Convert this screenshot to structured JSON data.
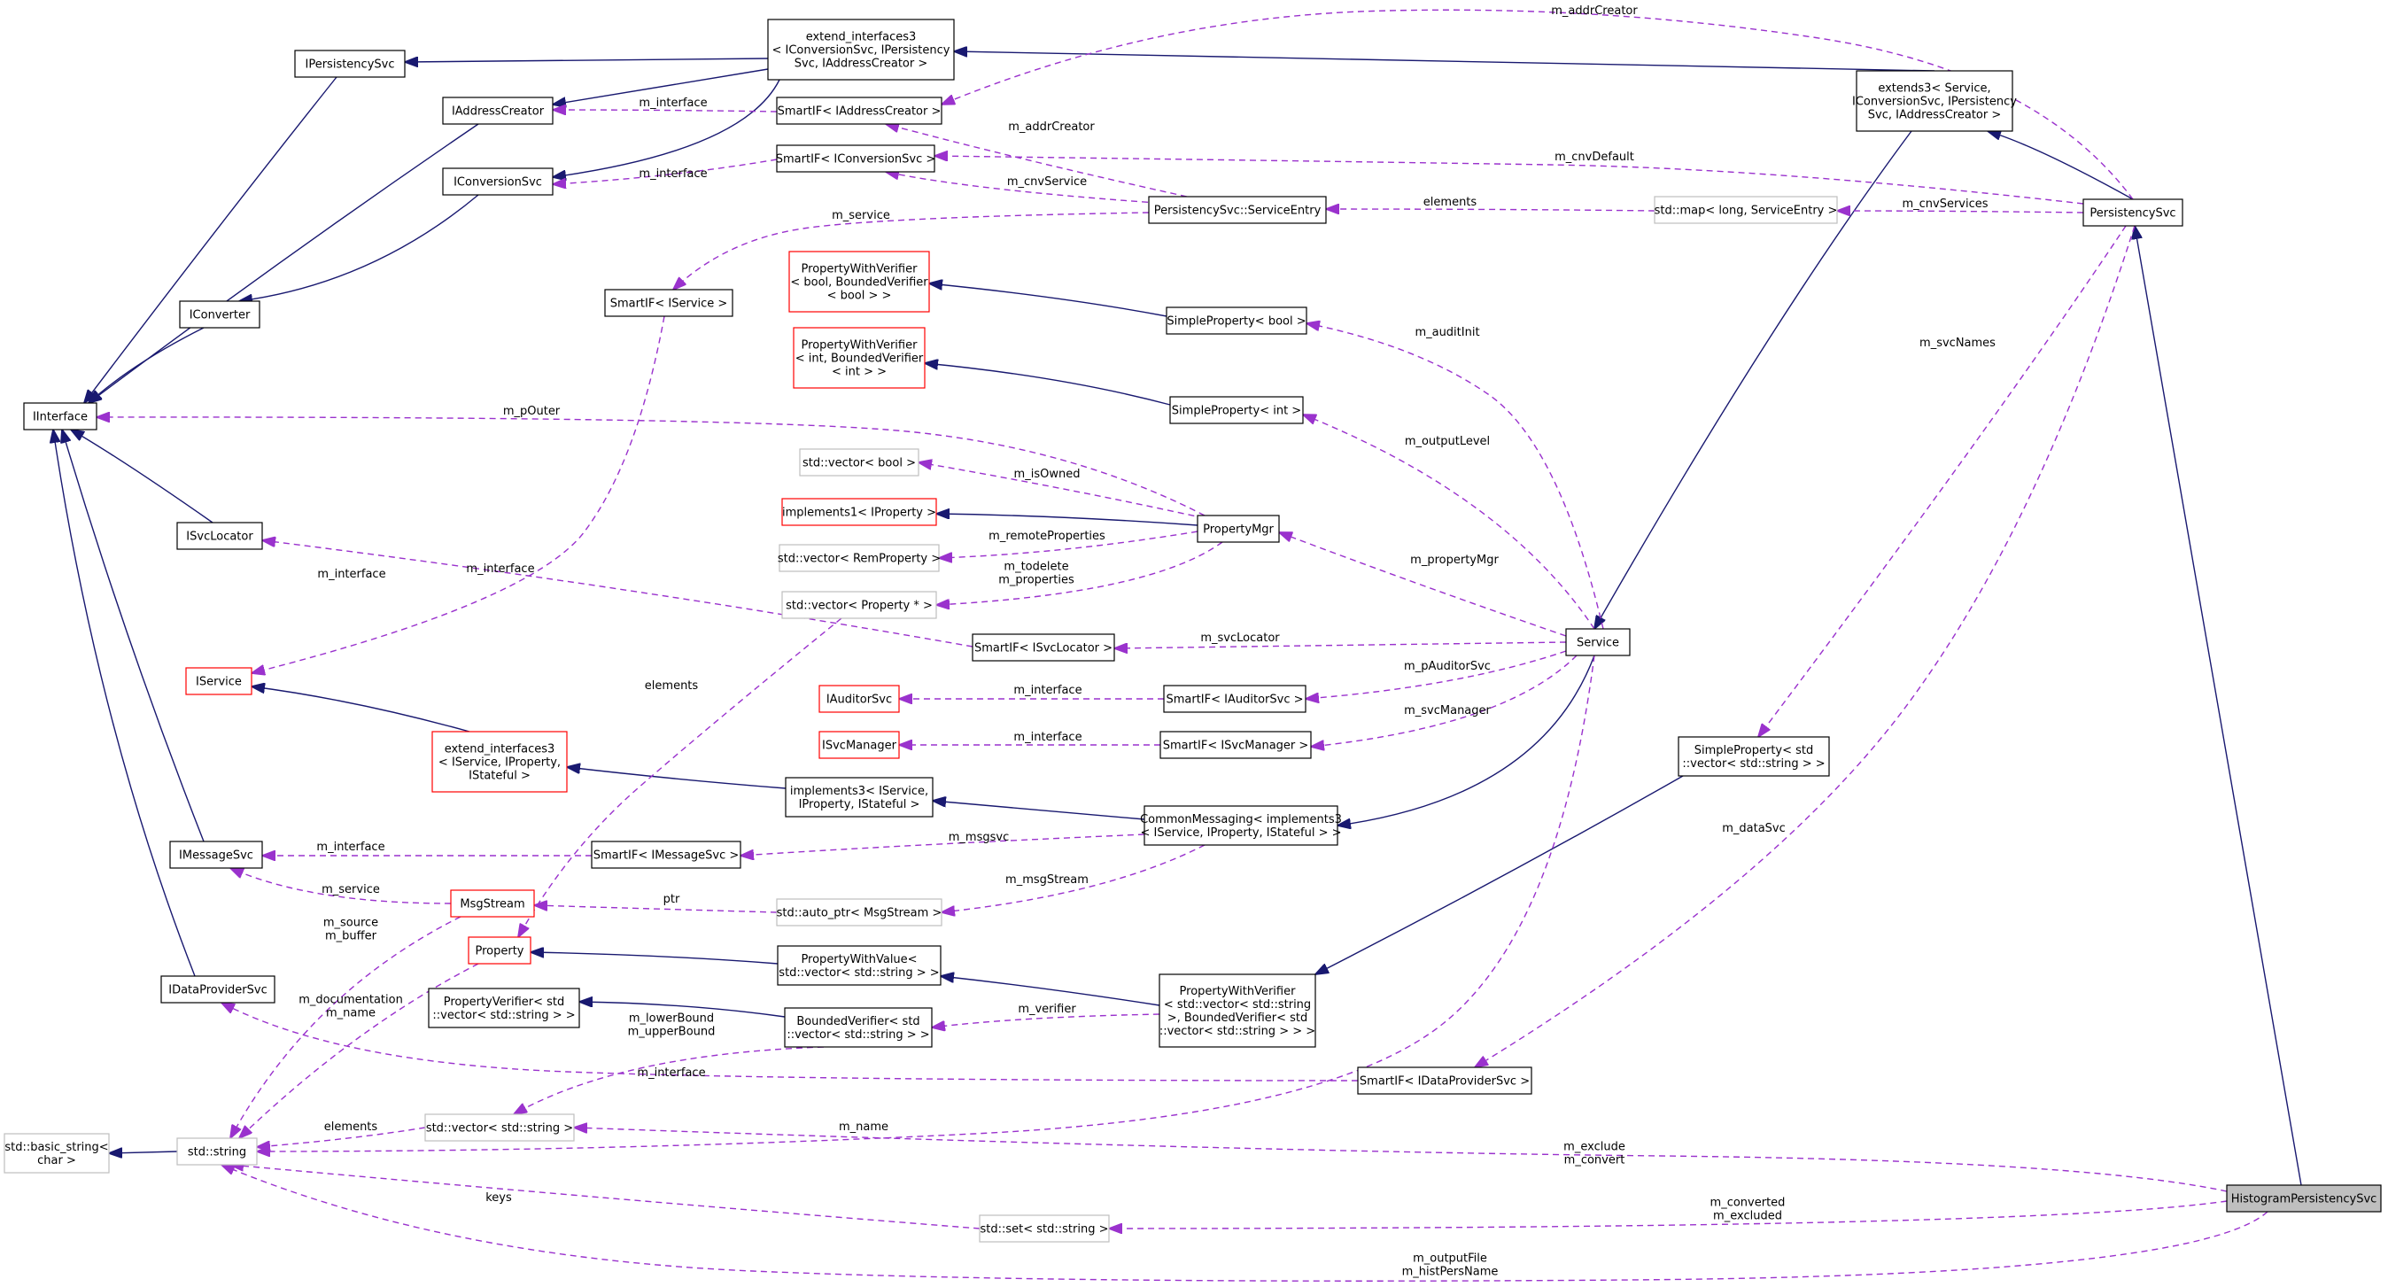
{
  "colors": {
    "inheritance": "#191970",
    "usage": "#9a32cd",
    "node_border_normal": "#000000",
    "node_border_incomplete": "#bfbfbf",
    "node_border_truncated": "#ff0000",
    "highlight_fill": "#bfbfbf"
  },
  "nodes": [
    {
      "id": "HistogramPersistencySvc",
      "lines": [
        "HistogramPersistencySvc"
      ],
      "style": "highlight"
    },
    {
      "id": "PersistencySvc",
      "lines": [
        "PersistencySvc"
      ],
      "style": "normal"
    },
    {
      "id": "extends3",
      "lines": [
        "extends3< Service,",
        "IConversionSvc, IPersistency",
        "Svc, IAddressCreator >"
      ],
      "style": "normal"
    },
    {
      "id": "extend_interfaces3_conv",
      "lines": [
        "extend_interfaces3",
        "< IConversionSvc, IPersistency",
        "Svc, IAddressCreator >"
      ],
      "style": "normal"
    },
    {
      "id": "IPersistencySvc",
      "lines": [
        "IPersistencySvc"
      ],
      "style": "normal"
    },
    {
      "id": "IAddressCreator",
      "lines": [
        "IAddressCreator"
      ],
      "style": "normal"
    },
    {
      "id": "IConversionSvc",
      "lines": [
        "IConversionSvc"
      ],
      "style": "normal"
    },
    {
      "id": "IConverter",
      "lines": [
        "IConverter"
      ],
      "style": "normal"
    },
    {
      "id": "IInterface",
      "lines": [
        "IInterface"
      ],
      "style": "normal"
    },
    {
      "id": "ISvcLocator",
      "lines": [
        "ISvcLocator"
      ],
      "style": "normal"
    },
    {
      "id": "IService",
      "lines": [
        "IService"
      ],
      "style": "truncated"
    },
    {
      "id": "IMessageSvc",
      "lines": [
        "IMessageSvc"
      ],
      "style": "normal"
    },
    {
      "id": "IDataProviderSvc",
      "lines": [
        "IDataProviderSvc"
      ],
      "style": "normal"
    },
    {
      "id": "basic_string",
      "lines": [
        "std::basic_string<",
        "char >"
      ],
      "style": "incomplete"
    },
    {
      "id": "std_string",
      "lines": [
        "std::string"
      ],
      "style": "incomplete"
    },
    {
      "id": "SmartIF_IAddressCreator",
      "lines": [
        "SmartIF< IAddressCreator >"
      ],
      "style": "normal"
    },
    {
      "id": "SmartIF_IConversionSvc",
      "lines": [
        "SmartIF< IConversionSvc >"
      ],
      "style": "normal"
    },
    {
      "id": "ServiceEntry",
      "lines": [
        "PersistencySvc::ServiceEntry"
      ],
      "style": "normal"
    },
    {
      "id": "map_ServiceEntry",
      "lines": [
        "std::map< long, ServiceEntry >"
      ],
      "style": "incomplete"
    },
    {
      "id": "SmartIF_IService",
      "lines": [
        "SmartIF< IService >"
      ],
      "style": "normal"
    },
    {
      "id": "PWV_bool",
      "lines": [
        "PropertyWithVerifier",
        "< bool, BoundedVerifier",
        "< bool > >"
      ],
      "style": "truncated"
    },
    {
      "id": "PWV_int",
      "lines": [
        "PropertyWithVerifier",
        "< int, BoundedVerifier",
        "< int > >"
      ],
      "style": "truncated"
    },
    {
      "id": "SimpleProperty_bool",
      "lines": [
        "SimpleProperty< bool >"
      ],
      "style": "normal"
    },
    {
      "id": "SimpleProperty_int",
      "lines": [
        "SimpleProperty< int >"
      ],
      "style": "normal"
    },
    {
      "id": "vector_bool",
      "lines": [
        "std::vector< bool >"
      ],
      "style": "incomplete"
    },
    {
      "id": "implements1",
      "lines": [
        "implements1< IProperty >"
      ],
      "style": "truncated"
    },
    {
      "id": "vector_RemProperty",
      "lines": [
        "std::vector< RemProperty >"
      ],
      "style": "incomplete"
    },
    {
      "id": "vector_PropertyPtr",
      "lines": [
        "std::vector< Property * >"
      ],
      "style": "incomplete"
    },
    {
      "id": "PropertyMgr",
      "lines": [
        "PropertyMgr"
      ],
      "style": "normal"
    },
    {
      "id": "SmartIF_ISvcLocator",
      "lines": [
        "SmartIF< ISvcLocator >"
      ],
      "style": "normal"
    },
    {
      "id": "Service",
      "lines": [
        "Service"
      ],
      "style": "normal"
    },
    {
      "id": "IAuditorSvc",
      "lines": [
        "IAuditorSvc"
      ],
      "style": "truncated"
    },
    {
      "id": "SmartIF_IAuditorSvc",
      "lines": [
        "SmartIF< IAuditorSvc >"
      ],
      "style": "normal"
    },
    {
      "id": "ISvcManager",
      "lines": [
        "ISvcManager"
      ],
      "style": "truncated"
    },
    {
      "id": "SmartIF_ISvcManager",
      "lines": [
        "SmartIF< ISvcManager >"
      ],
      "style": "normal"
    },
    {
      "id": "extend_interfaces3_svc",
      "lines": [
        "extend_interfaces3",
        "< IService, IProperty,",
        "IStateful >"
      ],
      "style": "truncated"
    },
    {
      "id": "implements3",
      "lines": [
        "implements3< IService,",
        "IProperty, IStateful >"
      ],
      "style": "normal"
    },
    {
      "id": "CommonMessaging",
      "lines": [
        "CommonMessaging< implements3",
        "< IService, IProperty, IStateful > >"
      ],
      "style": "normal"
    },
    {
      "id": "SmartIF_IMessageSvc",
      "lines": [
        "SmartIF< IMessageSvc >"
      ],
      "style": "normal"
    },
    {
      "id": "MsgStream",
      "lines": [
        "MsgStream"
      ],
      "style": "truncated"
    },
    {
      "id": "auto_ptr_MsgStream",
      "lines": [
        "std::auto_ptr< MsgStream >"
      ],
      "style": "incomplete"
    },
    {
      "id": "Property",
      "lines": [
        "Property"
      ],
      "style": "truncated"
    },
    {
      "id": "PropertyWithValue",
      "lines": [
        "PropertyWithValue<",
        "std::vector< std::string > >"
      ],
      "style": "normal"
    },
    {
      "id": "PropertyVerifier",
      "lines": [
        "PropertyVerifier< std",
        "::vector< std::string > >"
      ],
      "style": "normal"
    },
    {
      "id": "BoundedVerifier",
      "lines": [
        "BoundedVerifier< std",
        "::vector< std::string > >"
      ],
      "style": "normal"
    },
    {
      "id": "PWV_vector_string",
      "lines": [
        "PropertyWithVerifier",
        "< std::vector< std::string",
        ">, BoundedVerifier< std",
        "::vector< std::string > > >"
      ],
      "style": "normal"
    },
    {
      "id": "SimpleProperty_vector_string",
      "lines": [
        "SimpleProperty< std",
        "::vector< std::string > >"
      ],
      "style": "normal"
    },
    {
      "id": "SmartIF_IDataProviderSvc",
      "lines": [
        "SmartIF< IDataProviderSvc >"
      ],
      "style": "normal"
    },
    {
      "id": "vector_string",
      "lines": [
        "std::vector< std::string >"
      ],
      "style": "incomplete"
    },
    {
      "id": "set_string",
      "lines": [
        "std::set< std::string >"
      ],
      "style": "incomplete"
    }
  ],
  "edges": [
    {
      "kind": "inheritance",
      "from": "HistogramPersistencySvc",
      "to": "PersistencySvc",
      "label": []
    },
    {
      "kind": "inheritance",
      "from": "PersistencySvc",
      "to": "extends3",
      "label": []
    },
    {
      "kind": "inheritance",
      "from": "extends3",
      "to": "extend_interfaces3_conv",
      "label": []
    },
    {
      "kind": "inheritance",
      "from": "extends3",
      "to": "Service",
      "label": []
    },
    {
      "kind": "inheritance",
      "from": "extend_interfaces3_conv",
      "to": "IPersistencySvc",
      "label": []
    },
    {
      "kind": "inheritance",
      "from": "extend_interfaces3_conv",
      "to": "IAddressCreator",
      "label": []
    },
    {
      "kind": "inheritance",
      "from": "extend_interfaces3_conv",
      "to": "IConversionSvc",
      "label": []
    },
    {
      "kind": "inheritance",
      "from": "IPersistencySvc",
      "to": "IInterface",
      "label": []
    },
    {
      "kind": "inheritance",
      "from": "IAddressCreator",
      "to": "IInterface",
      "label": []
    },
    {
      "kind": "inheritance",
      "from": "IConversionSvc",
      "to": "IConverter",
      "label": []
    },
    {
      "kind": "inheritance",
      "from": "IConverter",
      "to": "IInterface",
      "label": []
    },
    {
      "kind": "inheritance",
      "from": "ISvcLocator",
      "to": "IInterface",
      "label": []
    },
    {
      "kind": "inheritance",
      "from": "IMessageSvc",
      "to": "IInterface",
      "label": []
    },
    {
      "kind": "inheritance",
      "from": "IDataProviderSvc",
      "to": "IInterface",
      "label": []
    },
    {
      "kind": "inheritance",
      "from": "std_string",
      "to": "basic_string",
      "label": []
    },
    {
      "kind": "inheritance",
      "from": "SimpleProperty_bool",
      "to": "PWV_bool",
      "label": []
    },
    {
      "kind": "inheritance",
      "from": "SimpleProperty_int",
      "to": "PWV_int",
      "label": []
    },
    {
      "kind": "inheritance",
      "from": "PropertyMgr",
      "to": "implements1",
      "label": []
    },
    {
      "kind": "inheritance",
      "from": "Service",
      "to": "CommonMessaging",
      "label": []
    },
    {
      "kind": "inheritance",
      "from": "CommonMessaging",
      "to": "implements3",
      "label": []
    },
    {
      "kind": "inheritance",
      "from": "implements3",
      "to": "extend_interfaces3_svc",
      "label": []
    },
    {
      "kind": "inheritance",
      "from": "extend_interfaces3_svc",
      "to": "IService",
      "label": []
    },
    {
      "kind": "inheritance",
      "from": "PropertyWithValue",
      "to": "Property",
      "label": []
    },
    {
      "kind": "inheritance",
      "from": "PWV_vector_string",
      "to": "PropertyWithValue",
      "label": []
    },
    {
      "kind": "inheritance",
      "from": "BoundedVerifier",
      "to": "PropertyVerifier",
      "label": []
    },
    {
      "kind": "inheritance",
      "from": "SimpleProperty_vector_string",
      "to": "PWV_vector_string",
      "label": []
    },
    {
      "kind": "usage",
      "from": "PersistencySvc",
      "to": "SmartIF_IAddressCreator",
      "label": [
        "m_addrCreator"
      ]
    },
    {
      "kind": "usage",
      "from": "PersistencySvc",
      "to": "SmartIF_IConversionSvc",
      "label": [
        "m_cnvDefault"
      ]
    },
    {
      "kind": "usage",
      "from": "PersistencySvc",
      "to": "map_ServiceEntry",
      "label": [
        "m_cnvServices"
      ]
    },
    {
      "kind": "usage",
      "from": "PersistencySvc",
      "to": "SimpleProperty_vector_string",
      "label": [
        "m_svcNames"
      ]
    },
    {
      "kind": "usage",
      "from": "PersistencySvc",
      "to": "SmartIF_IDataProviderSvc",
      "label": [
        "m_dataSvc"
      ]
    },
    {
      "kind": "usage",
      "from": "SmartIF_IAddressCreator",
      "to": "IAddressCreator",
      "label": [
        "m_interface"
      ]
    },
    {
      "kind": "usage",
      "from": "SmartIF_IConversionSvc",
      "to": "IConversionSvc",
      "label": [
        "m_interface"
      ]
    },
    {
      "kind": "usage",
      "from": "ServiceEntry",
      "to": "SmartIF_IAddressCreator",
      "label": [
        "m_addrCreator"
      ]
    },
    {
      "kind": "usage",
      "from": "ServiceEntry",
      "to": "SmartIF_IConversionSvc",
      "label": [
        "m_cnvService"
      ]
    },
    {
      "kind": "usage",
      "from": "ServiceEntry",
      "to": "SmartIF_IService",
      "label": [
        "m_service"
      ]
    },
    {
      "kind": "usage",
      "from": "map_ServiceEntry",
      "to": "ServiceEntry",
      "label": [
        "elements"
      ]
    },
    {
      "kind": "usage",
      "from": "SmartIF_IService",
      "to": "IService",
      "label": [
        "m_interface"
      ]
    },
    {
      "kind": "usage",
      "from": "PropertyMgr",
      "to": "IInterface",
      "label": [
        "m_pOuter"
      ]
    },
    {
      "kind": "usage",
      "from": "PropertyMgr",
      "to": "vector_bool",
      "label": [
        "m_isOwned"
      ]
    },
    {
      "kind": "usage",
      "from": "PropertyMgr",
      "to": "vector_RemProperty",
      "label": [
        "m_remoteProperties"
      ]
    },
    {
      "kind": "usage",
      "from": "PropertyMgr",
      "to": "vector_PropertyPtr",
      "label": [
        "m_todelete",
        "m_properties"
      ]
    },
    {
      "kind": "usage",
      "from": "vector_PropertyPtr",
      "to": "Property",
      "label": [
        "elements"
      ]
    },
    {
      "kind": "usage",
      "from": "SmartIF_ISvcLocator",
      "to": "ISvcLocator",
      "label": [
        "m_interface"
      ]
    },
    {
      "kind": "usage",
      "from": "Service",
      "to": "SimpleProperty_bool",
      "label": [
        "m_auditInit"
      ]
    },
    {
      "kind": "usage",
      "from": "Service",
      "to": "SimpleProperty_int",
      "label": [
        "m_outputLevel"
      ]
    },
    {
      "kind": "usage",
      "from": "Service",
      "to": "PropertyMgr",
      "label": [
        "m_propertyMgr"
      ]
    },
    {
      "kind": "usage",
      "from": "Service",
      "to": "SmartIF_ISvcLocator",
      "label": [
        "m_svcLocator"
      ]
    },
    {
      "kind": "usage",
      "from": "Service",
      "to": "SmartIF_IAuditorSvc",
      "label": [
        "m_pAuditorSvc"
      ]
    },
    {
      "kind": "usage",
      "from": "Service",
      "to": "SmartIF_ISvcManager",
      "label": [
        "m_svcManager"
      ]
    },
    {
      "kind": "usage",
      "from": "Service",
      "to": "std_string",
      "label": [
        "m_name"
      ]
    },
    {
      "kind": "usage",
      "from": "SmartIF_IAuditorSvc",
      "to": "IAuditorSvc",
      "label": [
        "m_interface"
      ]
    },
    {
      "kind": "usage",
      "from": "SmartIF_ISvcManager",
      "to": "ISvcManager",
      "label": [
        "m_interface"
      ]
    },
    {
      "kind": "usage",
      "from": "CommonMessaging",
      "to": "SmartIF_IMessageSvc",
      "label": [
        "m_msgsvc"
      ]
    },
    {
      "kind": "usage",
      "from": "CommonMessaging",
      "to": "auto_ptr_MsgStream",
      "label": [
        "m_msgStream"
      ]
    },
    {
      "kind": "usage",
      "from": "SmartIF_IMessageSvc",
      "to": "IMessageSvc",
      "label": [
        "m_interface"
      ]
    },
    {
      "kind": "usage",
      "from": "MsgStream",
      "to": "IMessageSvc",
      "label": [
        "m_service"
      ]
    },
    {
      "kind": "usage",
      "from": "MsgStream",
      "to": "std_string",
      "label": [
        "m_source",
        "m_buffer"
      ]
    },
    {
      "kind": "usage",
      "from": "auto_ptr_MsgStream",
      "to": "MsgStream",
      "label": [
        "ptr"
      ]
    },
    {
      "kind": "usage",
      "from": "Property",
      "to": "std_string",
      "label": [
        "m_documentation",
        "m_name"
      ]
    },
    {
      "kind": "usage",
      "from": "PWV_vector_string",
      "to": "BoundedVerifier",
      "label": [
        "m_verifier"
      ]
    },
    {
      "kind": "usage",
      "from": "BoundedVerifier",
      "to": "vector_string",
      "label": [
        "m_lowerBound",
        "m_upperBound"
      ]
    },
    {
      "kind": "usage",
      "from": "vector_string",
      "to": "std_string",
      "label": [
        "elements"
      ]
    },
    {
      "kind": "usage",
      "from": "SmartIF_IDataProviderSvc",
      "to": "IDataProviderSvc",
      "label": [
        "m_interface"
      ]
    },
    {
      "kind": "usage",
      "from": "HistogramPersistencySvc",
      "to": "vector_string",
      "label": [
        "m_exclude",
        "m_convert"
      ]
    },
    {
      "kind": "usage",
      "from": "HistogramPersistencySvc",
      "to": "set_string",
      "label": [
        "m_converted",
        "m_excluded"
      ]
    },
    {
      "kind": "usage",
      "from": "HistogramPersistencySvc",
      "to": "std_string",
      "label": [
        "m_outputFile",
        "m_histPersName"
      ]
    },
    {
      "kind": "usage",
      "from": "set_string",
      "to": "std_string",
      "label": [
        "keys"
      ]
    }
  ]
}
